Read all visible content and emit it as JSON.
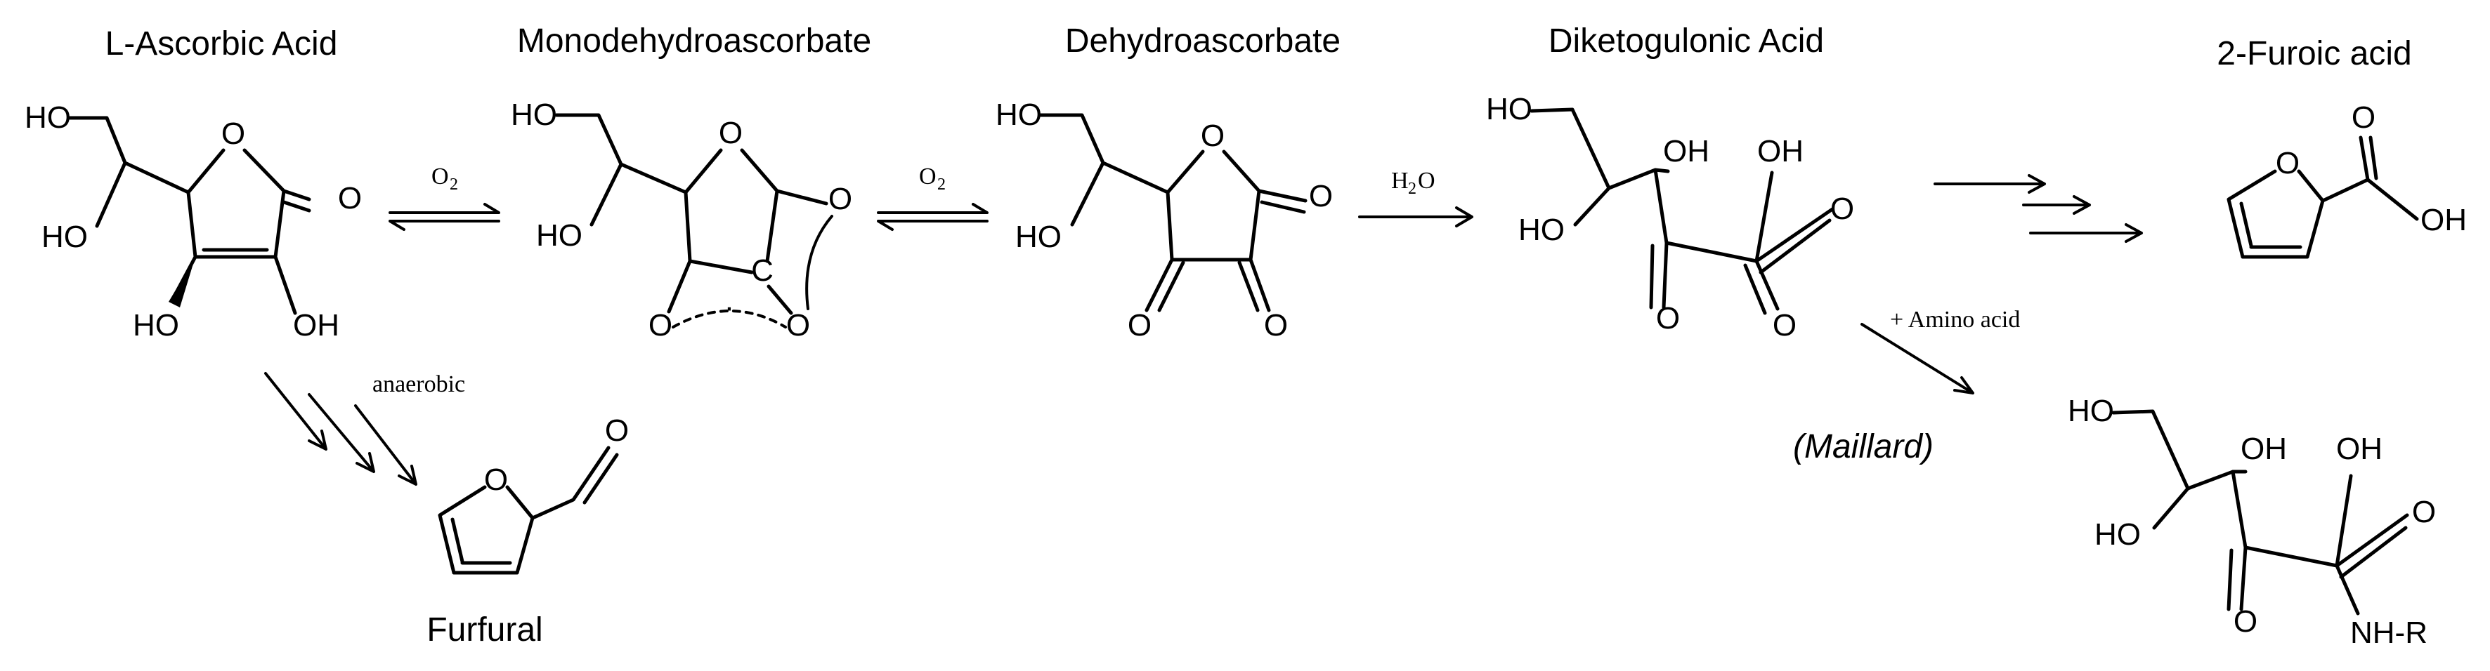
{
  "compounds": {
    "ascorbic_acid": "L-Ascorbic Acid",
    "monodehydroascorbate": "Monodehydroascorbate",
    "dehydroascorbate": "Dehydroascorbate",
    "diketogulonic_acid": "Diketogulonic Acid",
    "furoic_acid": "2-Furoic acid",
    "furfural": "Furfural"
  },
  "conditions": {
    "oxygen_base": "O",
    "oxygen_subscript": "2",
    "water_h": "H",
    "water_sub": "2",
    "water_o": "O",
    "anaerobic": "anaerobic",
    "amino_acid": "+ Amino acid",
    "maillard": "(Maillard)"
  },
  "atoms": {
    "ho": "HO",
    "oh": "OH",
    "o": "O",
    "c": "C",
    "dot": "·",
    "nhr": "NH-R"
  }
}
